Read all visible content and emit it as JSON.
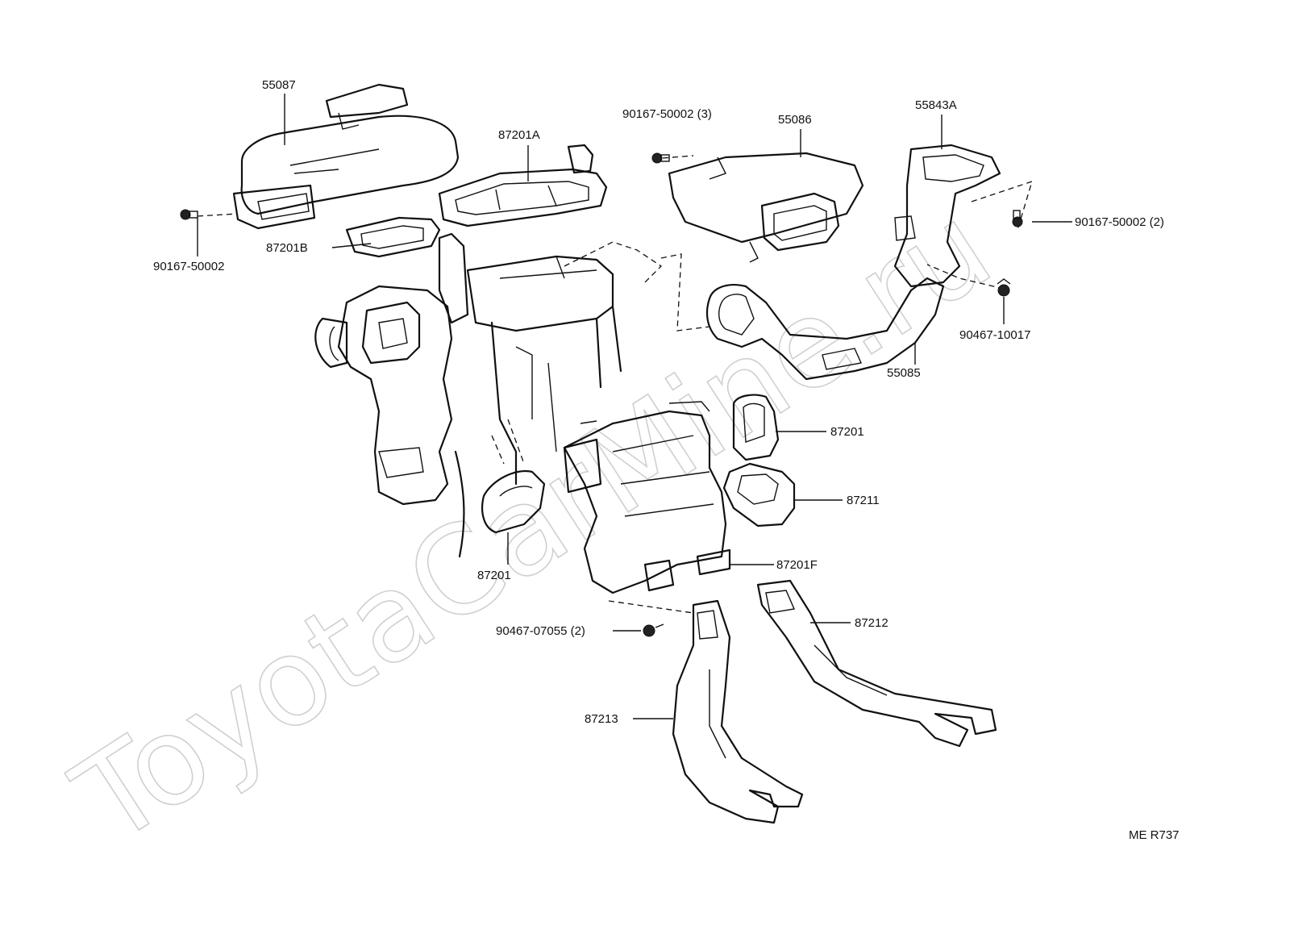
{
  "watermark": "ToyotaCarMine.ru",
  "diagram_code": "ME R737",
  "parts": {
    "p55087": "55087",
    "p87201A": "87201A",
    "p90167_50002_3": "90167-50002 (3)",
    "p55086": "55086",
    "p55843A": "55843A",
    "p90167_50002_2": "90167-50002 (2)",
    "p87201B": "87201B",
    "p90167_50002": "90167-50002",
    "p90467_10017": "90467-10017",
    "p55085": "55085",
    "p87201_right": "87201",
    "p87211": "87211",
    "p87201_left": "87201",
    "p87201F": "87201F",
    "p90467_07055_2": "90467-07055 (2)",
    "p87212": "87212",
    "p87213": "87213"
  }
}
